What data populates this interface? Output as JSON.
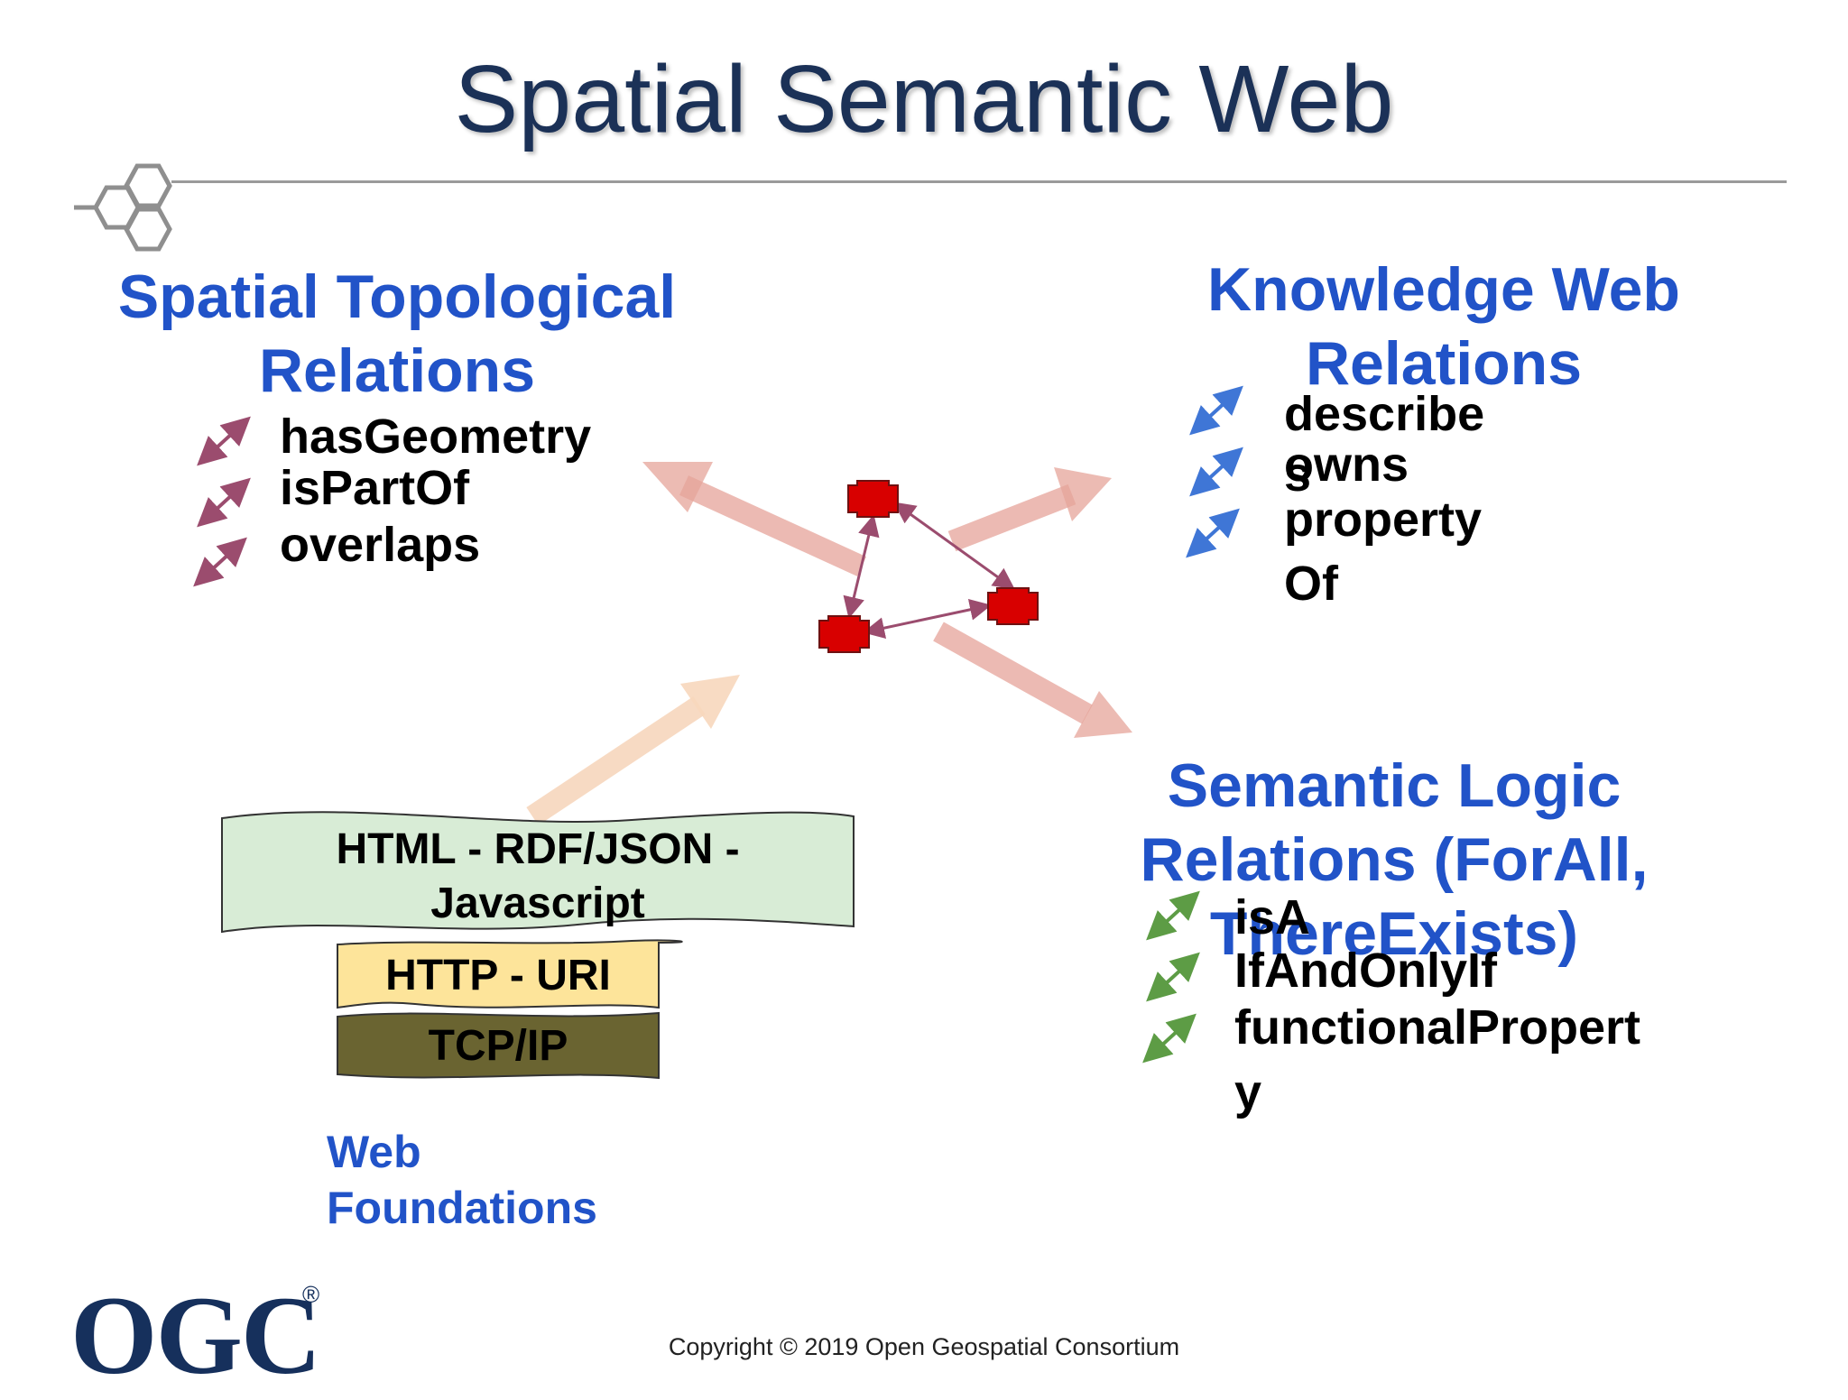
{
  "title": "Spatial Semantic Web",
  "groups": {
    "spatial": {
      "heading": [
        "Spatial Topological",
        "Relations"
      ],
      "items": [
        "hasGeometry",
        "isPartOf",
        "overlaps"
      ],
      "arrow_color": "#9b4c6e"
    },
    "knowledge": {
      "heading": [
        "Knowledge Web",
        "Relations"
      ],
      "items": [
        "describe",
        "s",
        "owns",
        "property",
        "Of"
      ],
      "arrow_color": "#3f76d6"
    },
    "semantic": {
      "heading": [
        "Semantic Logic",
        "Relations (ForAll,",
        "ThereExists)"
      ],
      "items": [
        "isA",
        "IfAndOnlyIf",
        "functionalPropert",
        "y"
      ],
      "arrow_color": "#5d9c45"
    }
  },
  "layers": {
    "html": [
      "HTML - RDF/JSON -",
      "Javascript"
    ],
    "http": "HTTP - URI",
    "tcp": "TCP/IP"
  },
  "web_foundations": [
    "Web",
    "Foundations"
  ],
  "logo": "OGC",
  "logo_mark": "®",
  "copyright": "Copyright © 2019 Open Geospatial Consortium",
  "colors": {
    "title": "#1b3157",
    "heading": "#2153c8",
    "node": "#d80000",
    "big_arrow": "#e6a49a",
    "big_arrow_light": "#f7d7bd",
    "html_layer": "#d8ecd6",
    "http_layer": "#fde49a",
    "tcp_layer": "#6a6431"
  }
}
